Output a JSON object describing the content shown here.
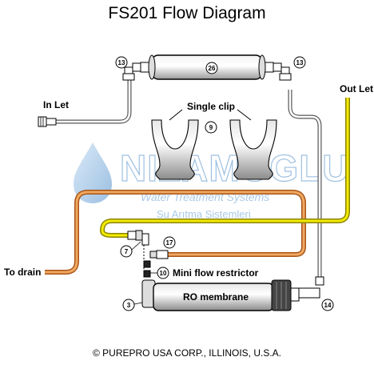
{
  "title": "FS201 Flow Diagram",
  "labels": {
    "in_let": "In Let",
    "out_let": "Out Let",
    "to_drain": "To drain",
    "single_clip": "Single clip",
    "mini_flow_restrictor": "Mini flow restrictor",
    "ro_membrane": "RO membrane"
  },
  "part_numbers": {
    "n13_left": "13",
    "n13_right": "13",
    "n26": "26",
    "n9": "9",
    "n7": "7",
    "n17": "17",
    "n10": "10",
    "n3": "3",
    "n14": "14"
  },
  "watermark": {
    "brand": "NIZAMOGLU",
    "line1": "Water Treatment Systems",
    "line2": "Su Arıtma Sistemleri"
  },
  "footer": "© PUREPRO USA CORP., ILLINOIS, U.S.A.",
  "colors": {
    "drain_tube": "#c8691e",
    "drain_tube_light": "#f0a860",
    "outlet_tube": "#e8e000",
    "watermark": "#9bbfe0"
  }
}
